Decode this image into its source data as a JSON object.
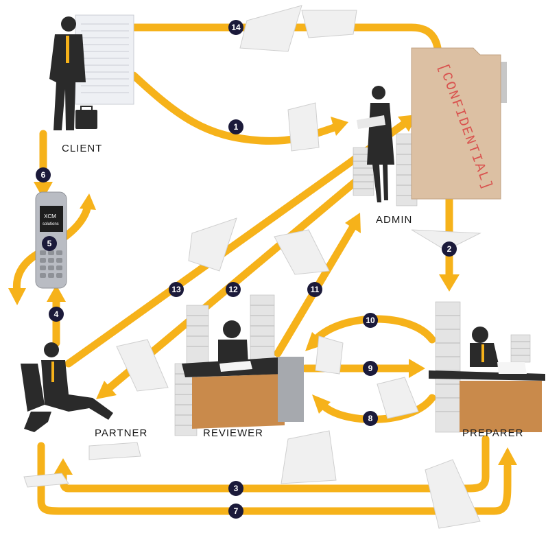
{
  "diagram": {
    "roles": {
      "client": "CLIENT",
      "admin": "ADMIN",
      "partner": "PARTNER",
      "reviewer": "REVIEWER",
      "preparer": "PREPARER"
    },
    "folder_label": "[CONFIDENTIAL]",
    "phone_brand": "XCM",
    "phone_brand_sub": "solutions",
    "steps": [
      "1",
      "2",
      "3",
      "4",
      "5",
      "6",
      "7",
      "8",
      "9",
      "10",
      "11",
      "12",
      "13",
      "14"
    ],
    "colors": {
      "arrow": "#f6b21a",
      "badge": "#1b1a3a",
      "folder": "#dcc0a3",
      "folder_text": "#d9534f",
      "desk": "#c98a4b"
    }
  }
}
